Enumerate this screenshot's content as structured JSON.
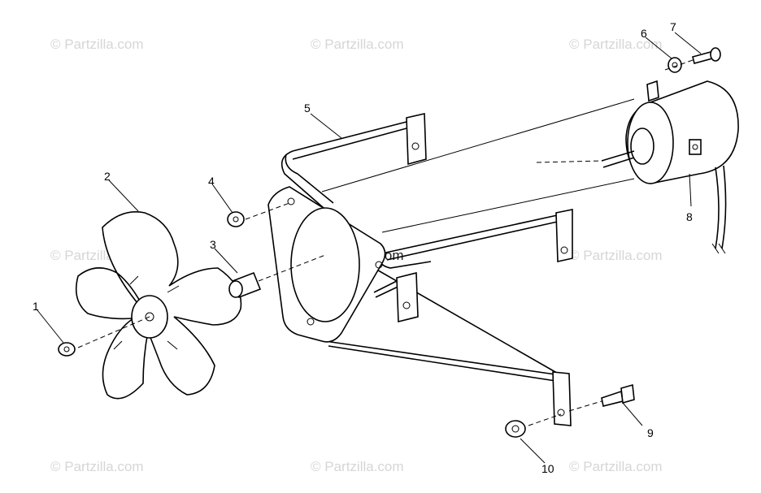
{
  "watermark": "© Partzilla.com",
  "callouts": {
    "c1": "1",
    "c2": "2",
    "c3": "3",
    "c4": "4",
    "c5": "5",
    "c6": "6",
    "c7": "7",
    "c8": "8",
    "c9": "9",
    "c10": "10"
  }
}
